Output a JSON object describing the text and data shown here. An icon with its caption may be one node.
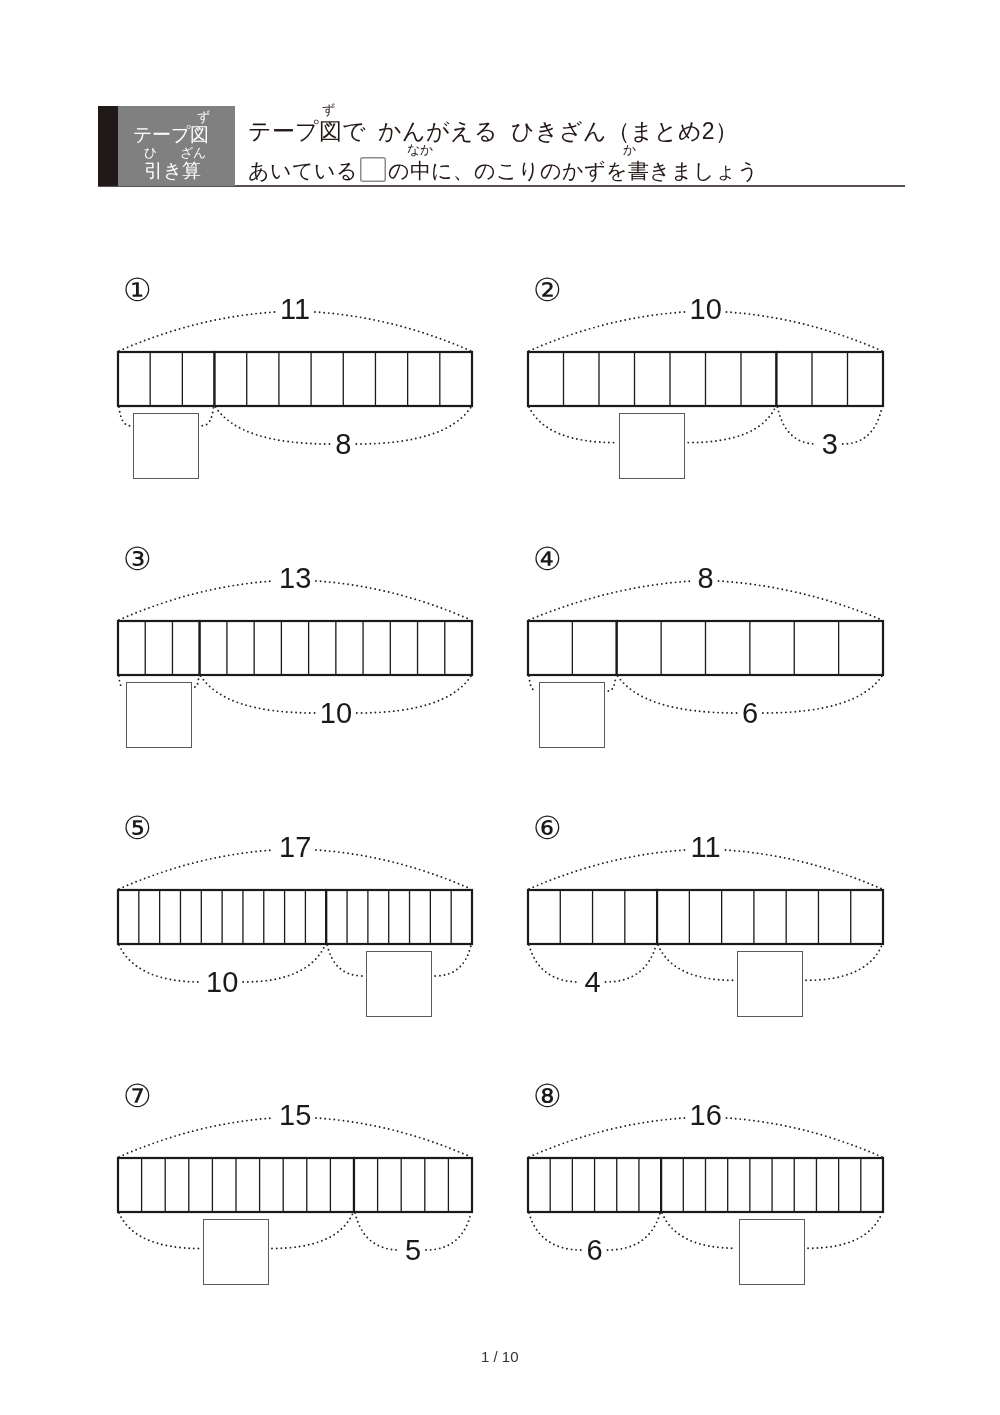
{
  "diagram": {
    "title": "テープ図で かんがえる ひきざん（まとめ2）",
    "nodes": [
      {
        "text": [
          "ず",
          "テープ図",
          "ひ",
          "ざん",
          "引き算"
        ]
      }
    ],
    "labels": [
      "ず",
      "なか",
      "か",
      "あいている",
      "の中に、のこりのかずを書きましょう",
      "①",
      "11",
      "8",
      "②",
      "10",
      "3",
      "③",
      "13",
      "10",
      "④",
      "8",
      "6",
      "⑤",
      "17",
      "10",
      "⑥",
      "11",
      "4",
      "⑦",
      "15",
      "5",
      "⑧",
      "16",
      "6",
      "1 / 10"
    ]
  }
}
